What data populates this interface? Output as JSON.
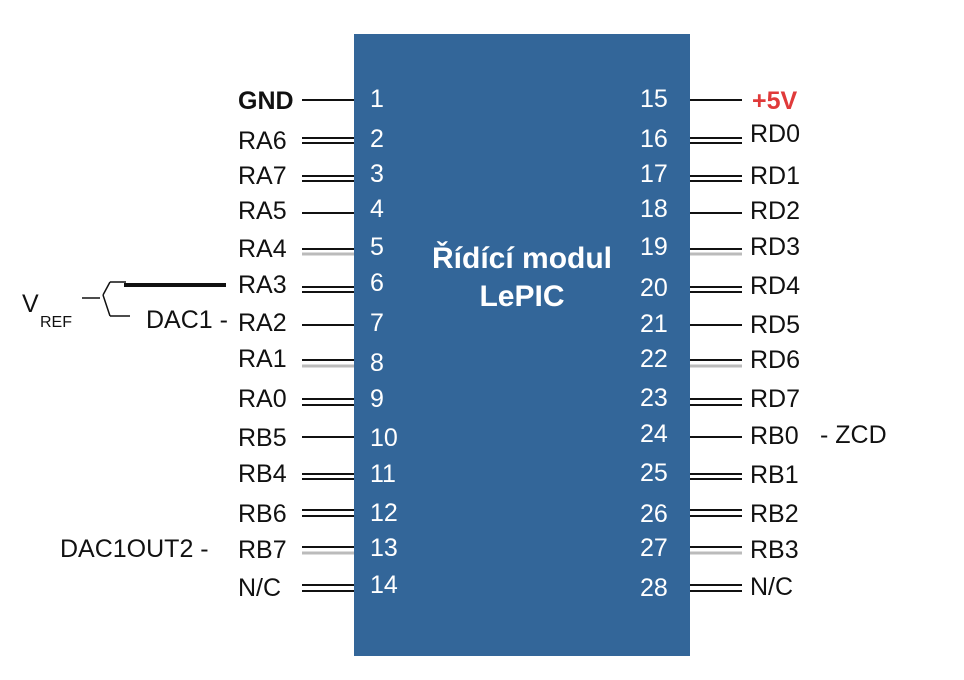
{
  "module": {
    "title_line1": "Řídící modul",
    "title_line2": "LePIC",
    "body_color": "#336699"
  },
  "left_pins": [
    {
      "num": "1",
      "label": "GND"
    },
    {
      "num": "2",
      "label": "RA6"
    },
    {
      "num": "3",
      "label": "RA7"
    },
    {
      "num": "4",
      "label": "RA5"
    },
    {
      "num": "5",
      "label": "RA4"
    },
    {
      "num": "6",
      "label": "RA3"
    },
    {
      "num": "7",
      "label": "RA2"
    },
    {
      "num": "8",
      "label": "RA1"
    },
    {
      "num": "9",
      "label": "RA0"
    },
    {
      "num": "10",
      "label": "RB5"
    },
    {
      "num": "11",
      "label": "RB4"
    },
    {
      "num": "12",
      "label": "RB6"
    },
    {
      "num": "13",
      "label": "RB7"
    },
    {
      "num": "14",
      "label": "N/C"
    }
  ],
  "right_pins": [
    {
      "num": "15",
      "label": "+5V"
    },
    {
      "num": "16",
      "label": "RD0"
    },
    {
      "num": "17",
      "label": "RD1"
    },
    {
      "num": "18",
      "label": "RD2"
    },
    {
      "num": "19",
      "label": "RD3"
    },
    {
      "num": "20",
      "label": "RD4"
    },
    {
      "num": "21",
      "label": "RD5"
    },
    {
      "num": "22",
      "label": "RD6"
    },
    {
      "num": "23",
      "label": "RD7"
    },
    {
      "num": "24",
      "label": "RB0"
    },
    {
      "num": "25",
      "label": "RB1"
    },
    {
      "num": "26",
      "label": "RB2"
    },
    {
      "num": "27",
      "label": "RB3"
    },
    {
      "num": "28",
      "label": "N/C"
    }
  ],
  "extra_labels": {
    "vref_main": "V",
    "vref_sub": "REF",
    "dac1": "DAC1 -",
    "dac1out2": "DAC1OUT2 -",
    "zcd": "- ZCD"
  },
  "colors": {
    "power": "#e03a3a",
    "pin_line": "#111111",
    "pin_line_gray": "#bbbbbb"
  }
}
